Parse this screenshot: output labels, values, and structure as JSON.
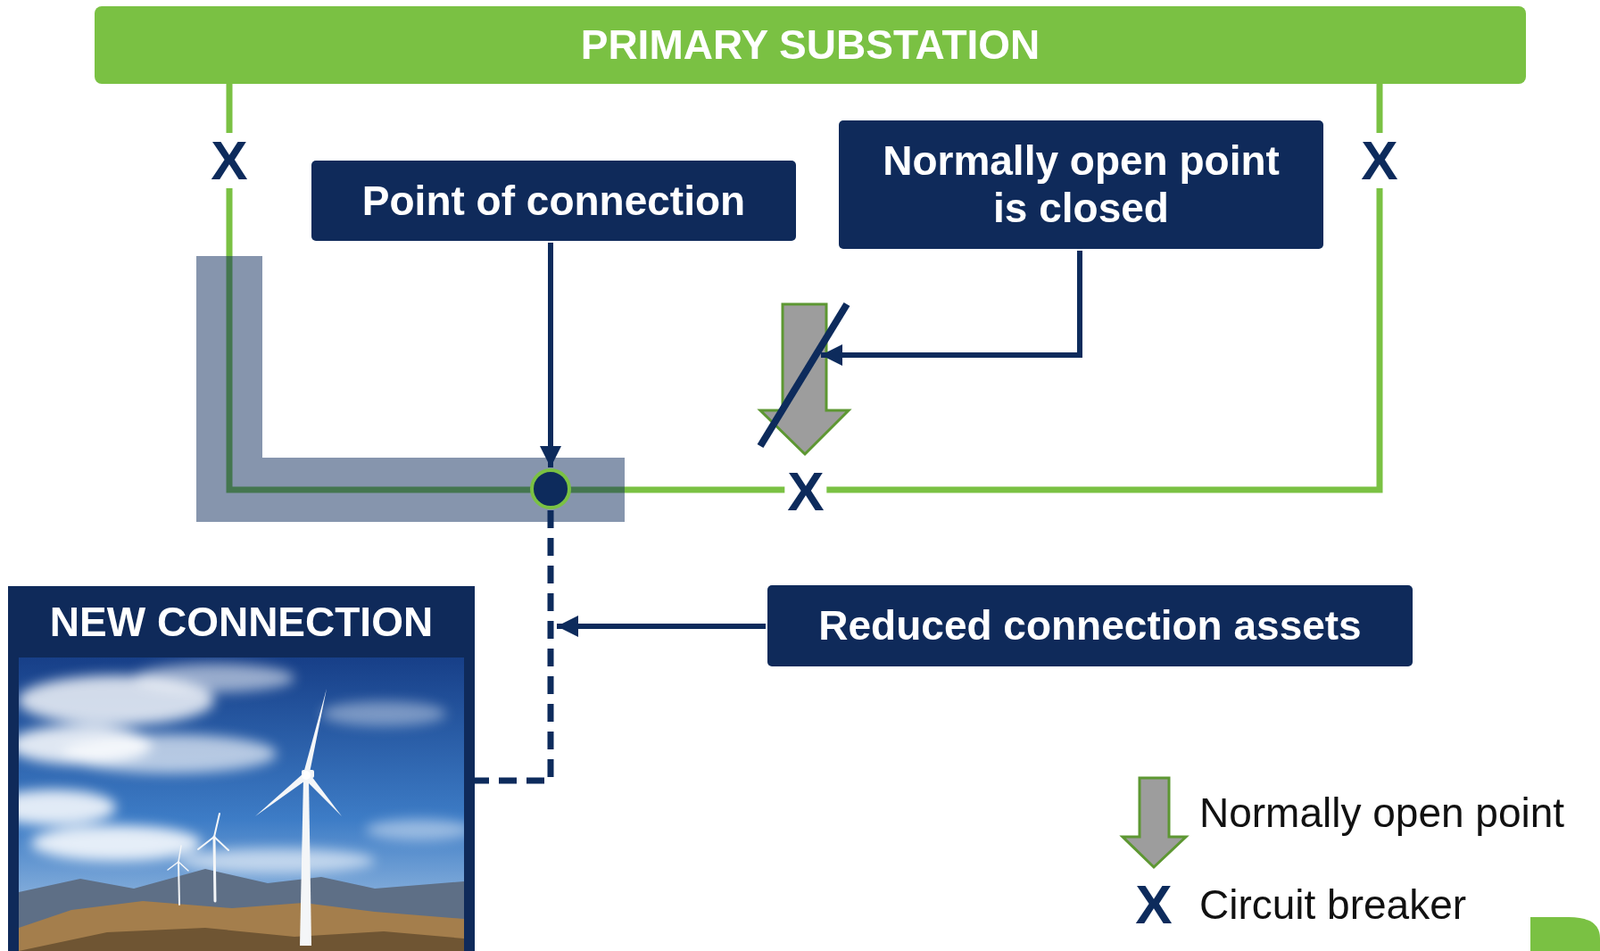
{
  "diagram": {
    "nodes": [
      {
        "text": [
          "PRIMARY SUBSTATION"
        ]
      },
      {
        "text": [
          "Point of connection"
        ]
      },
      {
        "text": [
          "Normally open point is closed"
        ]
      },
      {
        "text": [
          "NEW CONNECTION"
        ]
      },
      {
        "text": [
          "Reduced connection assets"
        ]
      }
    ],
    "labels": [
      "X",
      "X",
      "X",
      "X"
    ],
    "legend": [
      {
        "text": "Normally open point"
      },
      {
        "text": "Circuit breaker"
      }
    ]
  }
}
